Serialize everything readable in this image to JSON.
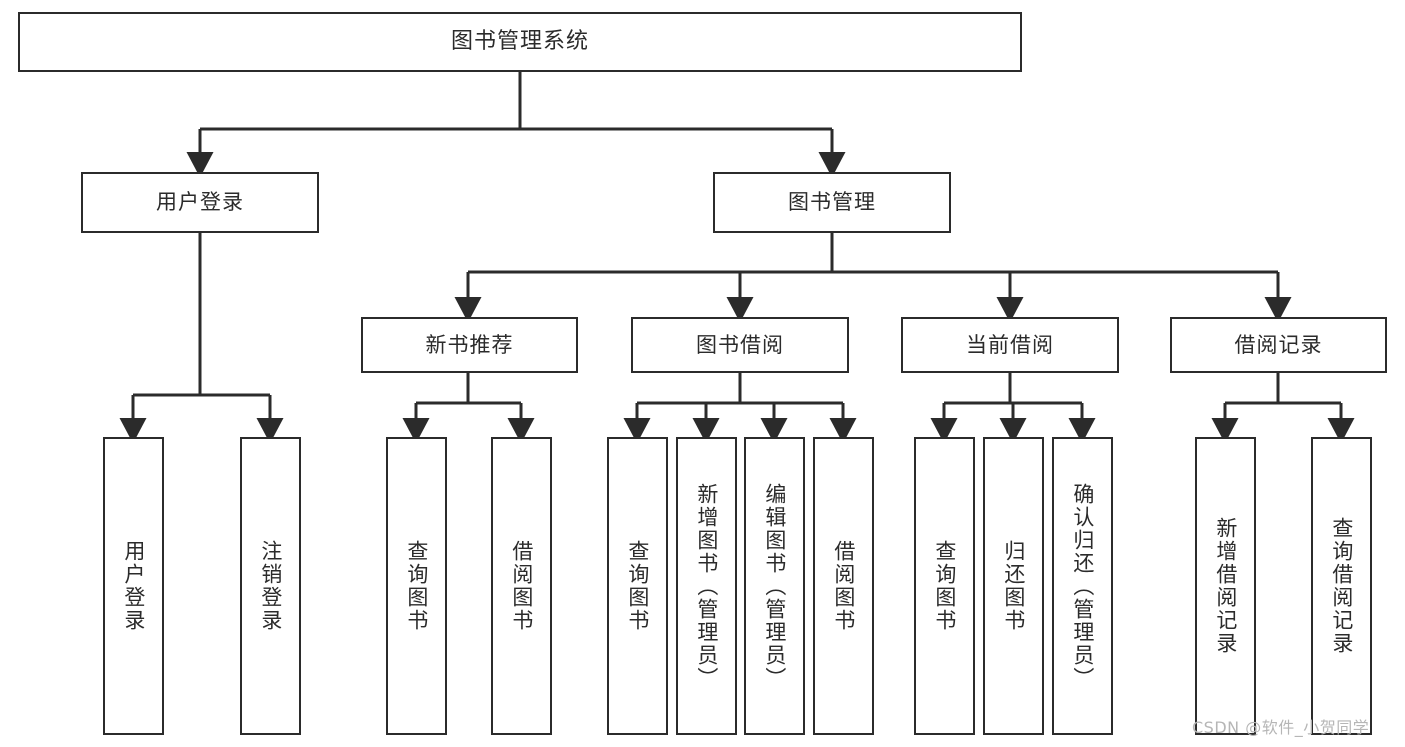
{
  "diagram": {
    "title": "图书管理系统",
    "type": "tree-hierarchy-chart",
    "colors": {
      "stroke": "#2b2b2b",
      "fill": "#ffffff",
      "text": "#2b2b2b",
      "watermark": "#b6b6b6"
    },
    "root": {
      "label": "图书管理系统"
    },
    "level2": [
      {
        "label": "用户登录"
      },
      {
        "label": "图书管理"
      }
    ],
    "level3": [
      {
        "label": "新书推荐"
      },
      {
        "label": "图书借阅"
      },
      {
        "label": "当前借阅"
      },
      {
        "label": "借阅记录"
      }
    ],
    "leaves": {
      "user_login": [
        {
          "label": "用户登录"
        },
        {
          "label": "注销登录"
        }
      ],
      "new_book": [
        {
          "label": "查询图书"
        },
        {
          "label": "借阅图书"
        }
      ],
      "book_borrow": [
        {
          "label": "查询图书"
        },
        {
          "label": "新增图书（管理员）"
        },
        {
          "label": "编辑图书（管理员）"
        },
        {
          "label": "借阅图书"
        }
      ],
      "current_borrow": [
        {
          "label": "查询图书"
        },
        {
          "label": "归还图书"
        },
        {
          "label": "确认归还（管理员）"
        }
      ],
      "borrow_record": [
        {
          "label": "新增借阅记录"
        },
        {
          "label": "查询借阅记录"
        }
      ]
    },
    "watermark": "CSDN @软件_小贺同学"
  }
}
